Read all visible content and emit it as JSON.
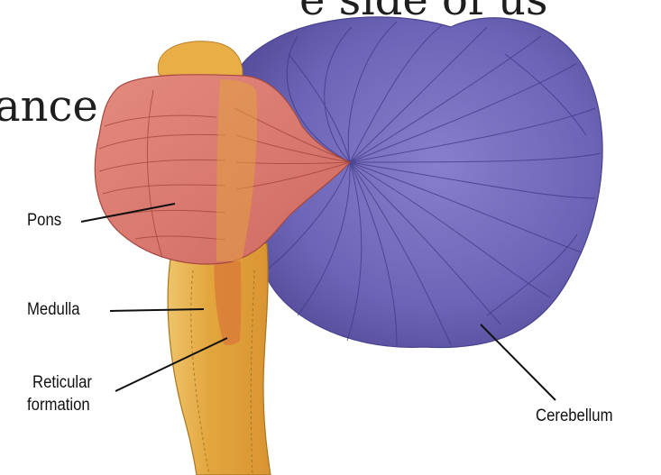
{
  "background_text": {
    "line1": "e side of us",
    "line2": "ance"
  },
  "labels": {
    "pons": "Pons",
    "medulla": "Medulla",
    "reticular_line1": "Reticular",
    "reticular_line2": "formation",
    "cerebellum": "Cerebellum"
  },
  "colors": {
    "cerebellum_fill": "#6c64b6",
    "pons_fill": "#d9726a",
    "brainstem_fill": "#e0a238",
    "midbrain_fill": "#e9ae46",
    "reticular_fill": "#d98038",
    "label_text": "#111111"
  }
}
